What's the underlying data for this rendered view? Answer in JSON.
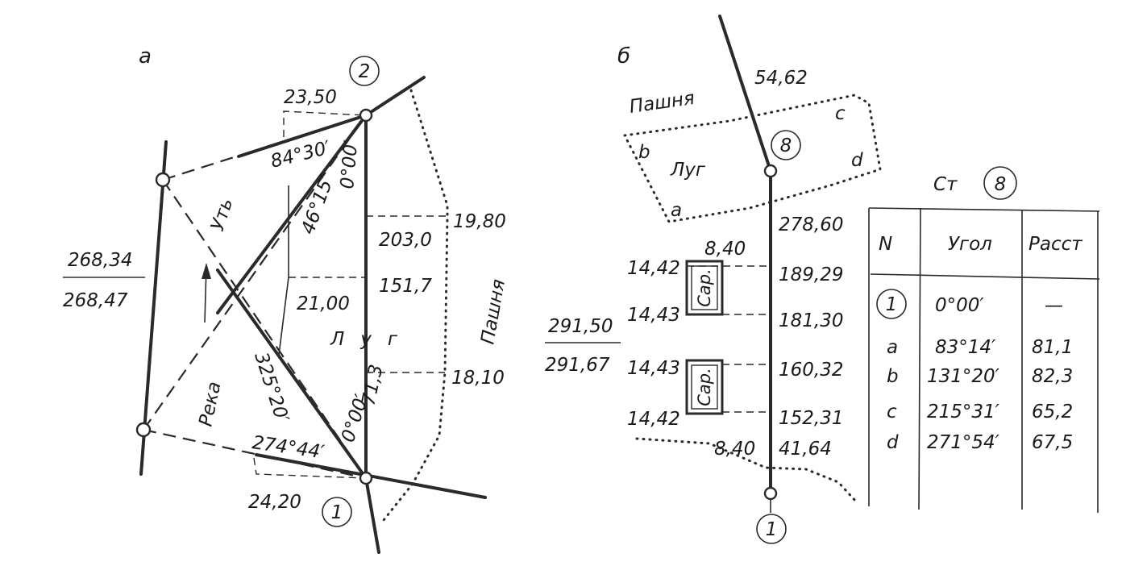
{
  "panel_a": {
    "label": "а",
    "station_1": "1",
    "station_2": "2",
    "offset_top": "23,50",
    "offset_bottom": "24,20",
    "angle_top_left": "84°30′",
    "angle_top_zero": "0°00′",
    "angle_mid": "46°15′",
    "angle_bottom_325": "325°20′",
    "angle_bottom_zero": "0°00′",
    "angle_bottom_274": "274°44′",
    "chain_203": "203,0",
    "chain_151": "151,7",
    "chain_71": "71,3",
    "offset_1980": "19,80",
    "offset_2100": "21,00",
    "offset_1810": "18,10",
    "label_road": "Уть",
    "label_river": "Река",
    "label_meadow": "Луг",
    "label_field": "Пашня",
    "line_length_top": "268,34",
    "line_length_bottom": "268,47"
  },
  "panel_b": {
    "label": "б",
    "station_8": "8",
    "station_1": "1",
    "length_5462": "54,62",
    "label_field": "Пашня",
    "label_meadow": "Луг",
    "pt_a": "a",
    "pt_b": "b",
    "pt_c": "c",
    "pt_d": "d",
    "chain_27860": "278,60",
    "chain_18929": "189,29",
    "chain_18130": "181,30",
    "chain_16032": "160,32",
    "chain_15231": "152,31",
    "chain_4164": "41,64",
    "offset_840_top": "8,40",
    "offset_840_bottom": "8,40",
    "offset_1442_a": "14,42",
    "offset_1443_a": "14,43",
    "offset_1443_b": "14,43",
    "offset_1442_b": "14,42",
    "barn_1": "Сар.",
    "barn_2": "Сар.",
    "line_length_top": "291,50",
    "line_length_bottom": "291,67"
  },
  "table": {
    "caption_prefix": "Ст",
    "caption_station": "8",
    "headers": [
      "N",
      "Угол",
      "Расст"
    ],
    "rows": [
      {
        "n": "1",
        "angle": "0°00′",
        "dist": "—"
      },
      {
        "n": "a",
        "angle": "83°14′",
        "dist": "81,1"
      },
      {
        "n": "b",
        "angle": "131°20′",
        "dist": "82,3"
      },
      {
        "n": "c",
        "angle": "215°31′",
        "dist": "65,2"
      },
      {
        "n": "d",
        "angle": "271°54′",
        "dist": "67,5"
      }
    ]
  }
}
